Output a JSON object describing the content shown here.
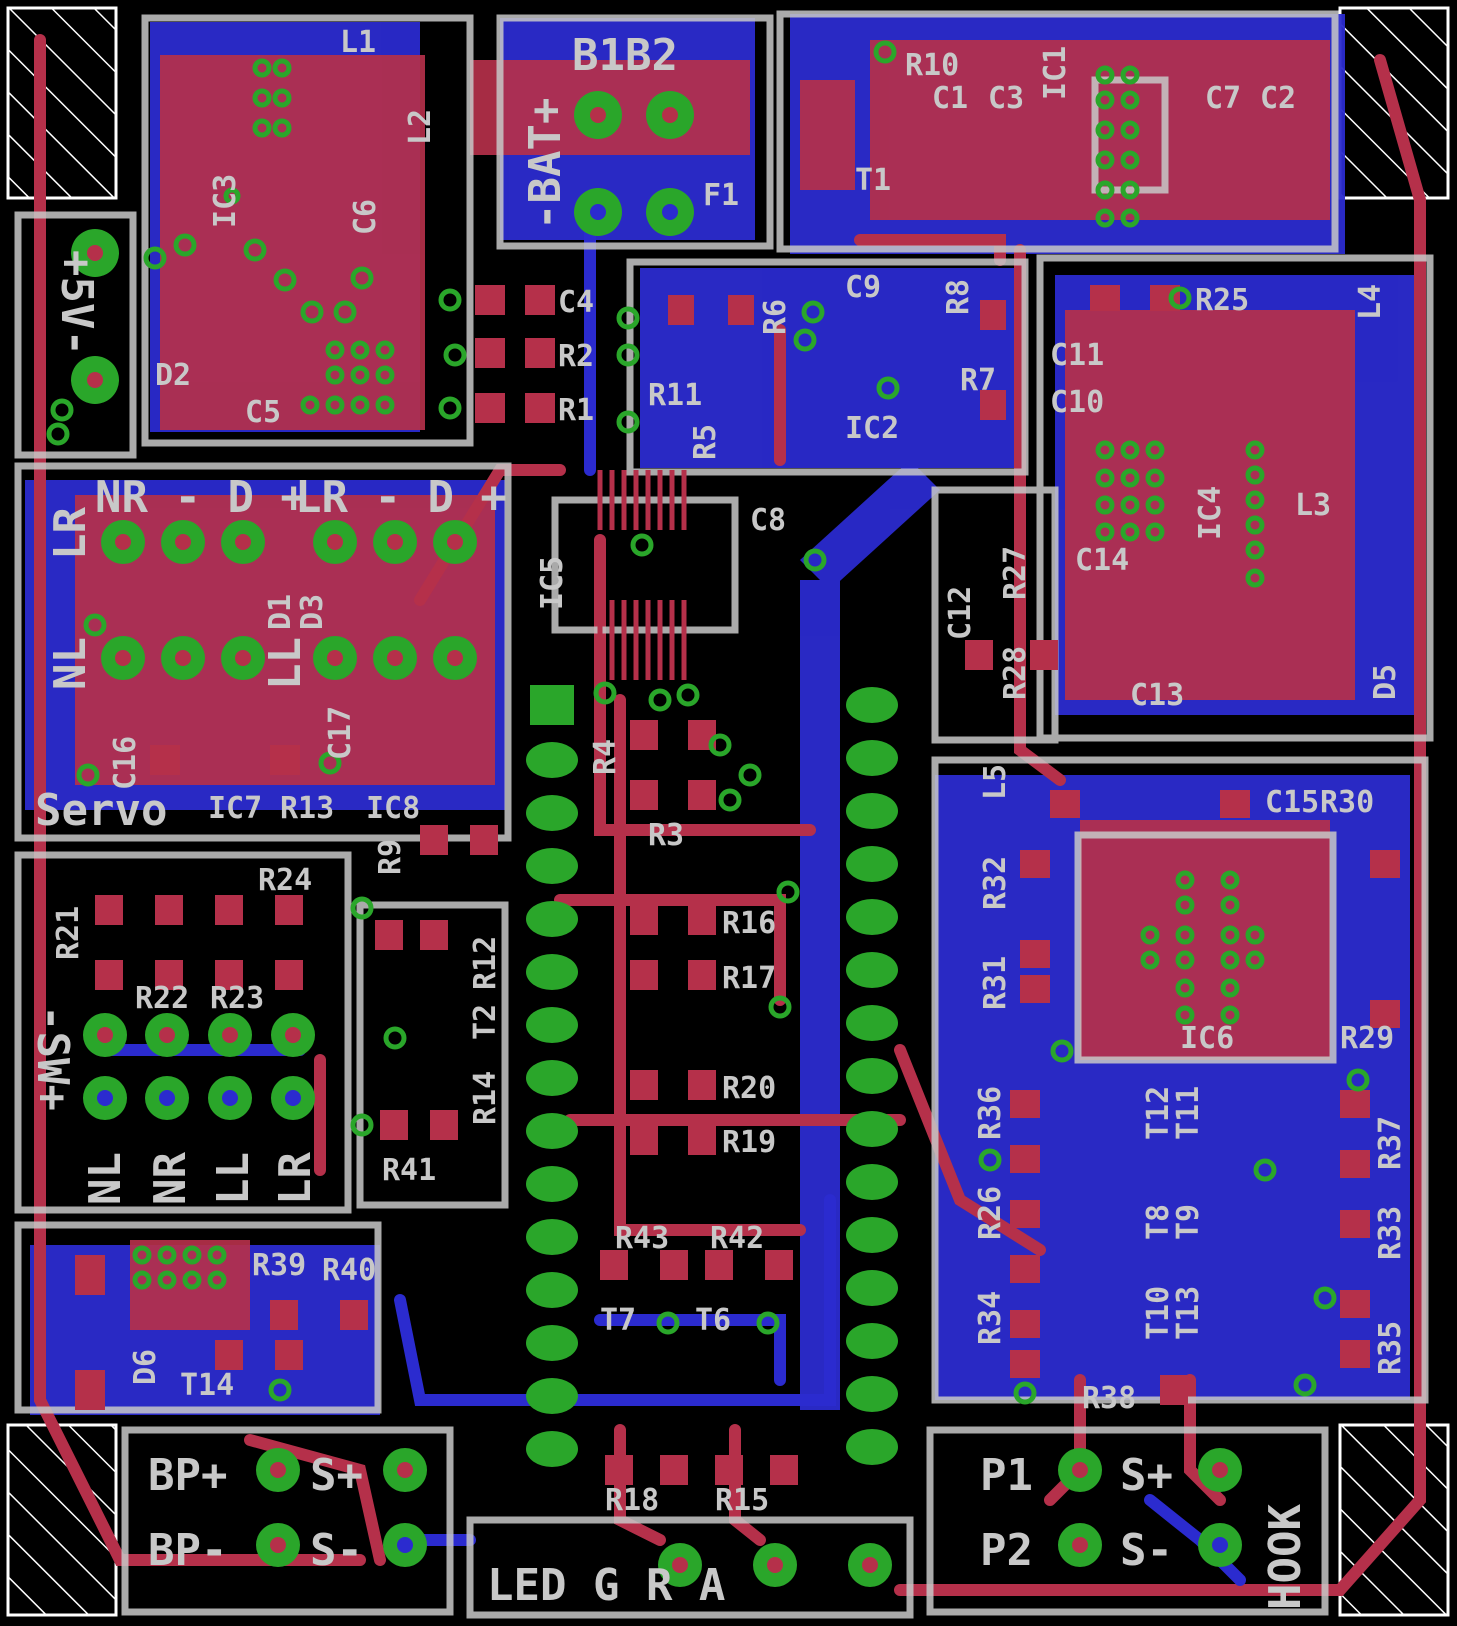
{
  "colors": {
    "background": "#000000",
    "top_copper": "#b5304a",
    "bottom_copper": "#2b2bcf",
    "silkscreen": "#c8c8c8",
    "via": "#2aa62a",
    "hatch": "#ffffff"
  },
  "board_labels": {
    "b1b2": "B1B2",
    "bat": "-BAT+",
    "plus5v": "+5V-",
    "servo": "Servo",
    "sw": "-SW+",
    "led": "LED G R A",
    "bp_plus": "BP+",
    "bp_minus": "BP-",
    "s_plus": "S+",
    "s_minus": "S-",
    "p1": "P1",
    "p2": "P2",
    "hook": "HOOK",
    "nr_header": "NR - D +",
    "lr_header": "LR - D +",
    "nl": "NL",
    "ll": "LL",
    "nl_b": "NL",
    "nr_b": "NR",
    "ll_b": "LL",
    "lr_b": "LR"
  },
  "components": [
    {
      "ref": "L1"
    },
    {
      "ref": "L2"
    },
    {
      "ref": "IC3"
    },
    {
      "ref": "C6"
    },
    {
      "ref": "D2"
    },
    {
      "ref": "C5"
    },
    {
      "ref": "C4"
    },
    {
      "ref": "R2"
    },
    {
      "ref": "R1"
    },
    {
      "ref": "F1"
    },
    {
      "ref": "R10"
    },
    {
      "ref": "C1"
    },
    {
      "ref": "C3"
    },
    {
      "ref": "IC1"
    },
    {
      "ref": "C7"
    },
    {
      "ref": "C2"
    },
    {
      "ref": "T1"
    },
    {
      "ref": "C9"
    },
    {
      "ref": "R6"
    },
    {
      "ref": "R8"
    },
    {
      "ref": "R7"
    },
    {
      "ref": "R11"
    },
    {
      "ref": "R5"
    },
    {
      "ref": "IC2"
    },
    {
      "ref": "R25"
    },
    {
      "ref": "L4"
    },
    {
      "ref": "C11"
    },
    {
      "ref": "C10"
    },
    {
      "ref": "IC4"
    },
    {
      "ref": "L3"
    },
    {
      "ref": "C14"
    },
    {
      "ref": "R27"
    },
    {
      "ref": "C12"
    },
    {
      "ref": "R28"
    },
    {
      "ref": "C13"
    },
    {
      "ref": "D5"
    },
    {
      "ref": "IC5"
    },
    {
      "ref": "C8"
    },
    {
      "ref": "D1"
    },
    {
      "ref": "D3"
    },
    {
      "ref": "C16"
    },
    {
      "ref": "C17"
    },
    {
      "ref": "IC7"
    },
    {
      "ref": "R13"
    },
    {
      "ref": "IC8"
    },
    {
      "ref": "R9"
    },
    {
      "ref": "R4"
    },
    {
      "ref": "R3"
    },
    {
      "ref": "L5"
    },
    {
      "ref": "C15"
    },
    {
      "ref": "R30"
    },
    {
      "ref": "R32"
    },
    {
      "ref": "R31"
    },
    {
      "ref": "IC6"
    },
    {
      "ref": "R29"
    },
    {
      "ref": "R21"
    },
    {
      "ref": "R24"
    },
    {
      "ref": "R22"
    },
    {
      "ref": "R23"
    },
    {
      "ref": "R12"
    },
    {
      "ref": "T2"
    },
    {
      "ref": "R14"
    },
    {
      "ref": "R41"
    },
    {
      "ref": "R16"
    },
    {
      "ref": "R17"
    },
    {
      "ref": "R20"
    },
    {
      "ref": "R19"
    },
    {
      "ref": "R36"
    },
    {
      "ref": "T12"
    },
    {
      "ref": "T11"
    },
    {
      "ref": "R37"
    },
    {
      "ref": "R26"
    },
    {
      "ref": "T8"
    },
    {
      "ref": "T9"
    },
    {
      "ref": "R33"
    },
    {
      "ref": "R34"
    },
    {
      "ref": "T10"
    },
    {
      "ref": "T13"
    },
    {
      "ref": "R35"
    },
    {
      "ref": "R38"
    },
    {
      "ref": "R39"
    },
    {
      "ref": "R40"
    },
    {
      "ref": "D6"
    },
    {
      "ref": "T14"
    },
    {
      "ref": "R43"
    },
    {
      "ref": "R42"
    },
    {
      "ref": "T7"
    },
    {
      "ref": "T6"
    },
    {
      "ref": "R18"
    },
    {
      "ref": "R15"
    }
  ]
}
